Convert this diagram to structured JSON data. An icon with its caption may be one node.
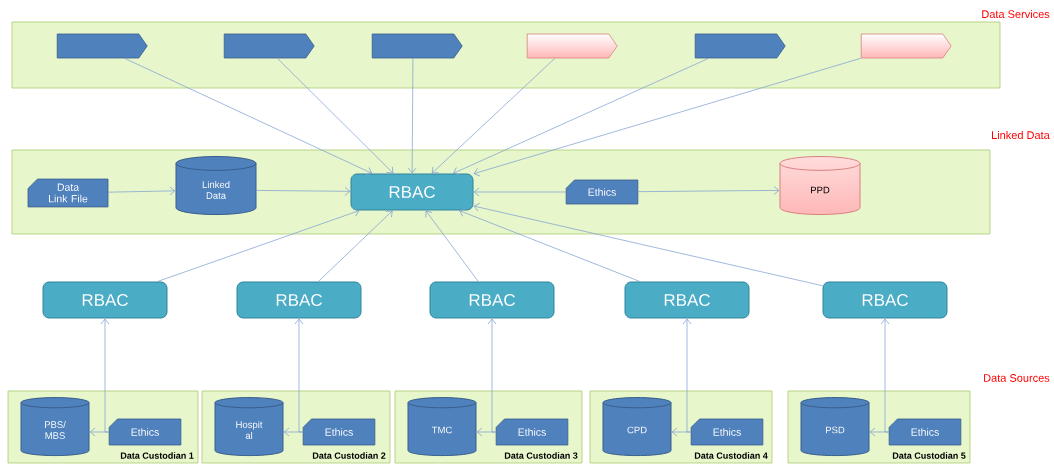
{
  "diagram": {
    "nodes": [
      {
        "text": [
          "Data Services"
        ]
      },
      {
        "text": [],
        "shape": "pentagon",
        "in": 0
      },
      {
        "text": [],
        "shape": "pentagon",
        "in": 0
      },
      {
        "text": [],
        "shape": "pentagon",
        "in": 0
      },
      {
        "text": [],
        "shape": "pentagon",
        "in": 0
      },
      {
        "text": [],
        "shape": "pentagon",
        "in": 0
      },
      {
        "text": [],
        "shape": "pentagon",
        "in": 0
      },
      {
        "text": [
          "Linked Data"
        ]
      },
      {
        "text": [
          "Data Link File"
        ],
        "in": 7
      },
      {
        "text": [
          "Linked Data"
        ],
        "in": 7
      },
      {
        "text": [
          "RBAC"
        ],
        "in": 7
      },
      {
        "text": [
          "Ethics"
        ],
        "in": 7
      },
      {
        "text": [
          "PPD"
        ],
        "in": 7
      },
      {
        "text": [
          "RBAC"
        ]
      },
      {
        "text": [
          "RBAC"
        ]
      },
      {
        "text": [
          "RBAC"
        ]
      },
      {
        "text": [
          "RBAC"
        ]
      },
      {
        "text": [
          "RBAC"
        ]
      },
      {
        "text": [
          "Data Custodian 1"
        ]
      },
      {
        "text": [
          "PBS/ MBS"
        ],
        "in": 18
      },
      {
        "text": [
          "Ethics"
        ],
        "in": 18
      },
      {
        "text": [
          "Data Custodian 2"
        ]
      },
      {
        "text": [
          "Hospit al"
        ],
        "in": 21
      },
      {
        "text": [
          "Ethics"
        ],
        "in": 21
      },
      {
        "text": [
          "Data Custodian 3"
        ]
      },
      {
        "text": [
          "TMC"
        ],
        "in": 24
      },
      {
        "text": [
          "Ethics"
        ],
        "in": 24
      },
      {
        "text": [
          "Data Custodian 4"
        ]
      },
      {
        "text": [
          "CPD"
        ],
        "in": 27
      },
      {
        "text": [
          "Ethics"
        ],
        "in": 27
      },
      {
        "text": [
          "Data Custodian 5"
        ]
      },
      {
        "text": [
          "PSD"
        ],
        "in": 30
      },
      {
        "text": [
          "Ethics"
        ],
        "in": 30
      }
    ],
    "edges": [
      {
        "from": 1,
        "to": 10,
        "arrow": "to"
      },
      {
        "from": 2,
        "to": 10,
        "arrow": "to"
      },
      {
        "from": 3,
        "to": 10,
        "arrow": "to"
      },
      {
        "from": 4,
        "to": 10,
        "arrow": "to"
      },
      {
        "from": 5,
        "to": 10,
        "arrow": "to"
      },
      {
        "from": 6,
        "to": 10,
        "arrow": "to"
      },
      {
        "from": 8,
        "to": 9,
        "arrow": "to"
      },
      {
        "from": 9,
        "to": 10,
        "arrow": "to"
      },
      {
        "from": 11,
        "to": 10,
        "arrow": "to"
      },
      {
        "from": 11,
        "to": 12,
        "arrow": "to"
      },
      {
        "from": 13,
        "to": 10,
        "arrow": "to"
      },
      {
        "from": 14,
        "to": 10,
        "arrow": "to"
      },
      {
        "from": 15,
        "to": 10,
        "arrow": "to"
      },
      {
        "from": 16,
        "to": 10,
        "arrow": "to"
      },
      {
        "from": 17,
        "to": 10,
        "arrow": "to"
      },
      {
        "from": 20,
        "to": 19,
        "arrow": "to"
      },
      {
        "from": 20,
        "to": 13,
        "arrow": "to"
      },
      {
        "from": 23,
        "to": 22,
        "arrow": "to"
      },
      {
        "from": 23,
        "to": 14,
        "arrow": "to"
      },
      {
        "from": 26,
        "to": 25,
        "arrow": "to"
      },
      {
        "from": 26,
        "to": 15,
        "arrow": "to"
      },
      {
        "from": 29,
        "to": 28,
        "arrow": "to"
      },
      {
        "from": 29,
        "to": 16,
        "arrow": "to"
      },
      {
        "from": 32,
        "to": 31,
        "arrow": "to"
      },
      {
        "from": 32,
        "to": 17,
        "arrow": "to"
      }
    ],
    "labels": [
      "Data Sources"
    ]
  }
}
